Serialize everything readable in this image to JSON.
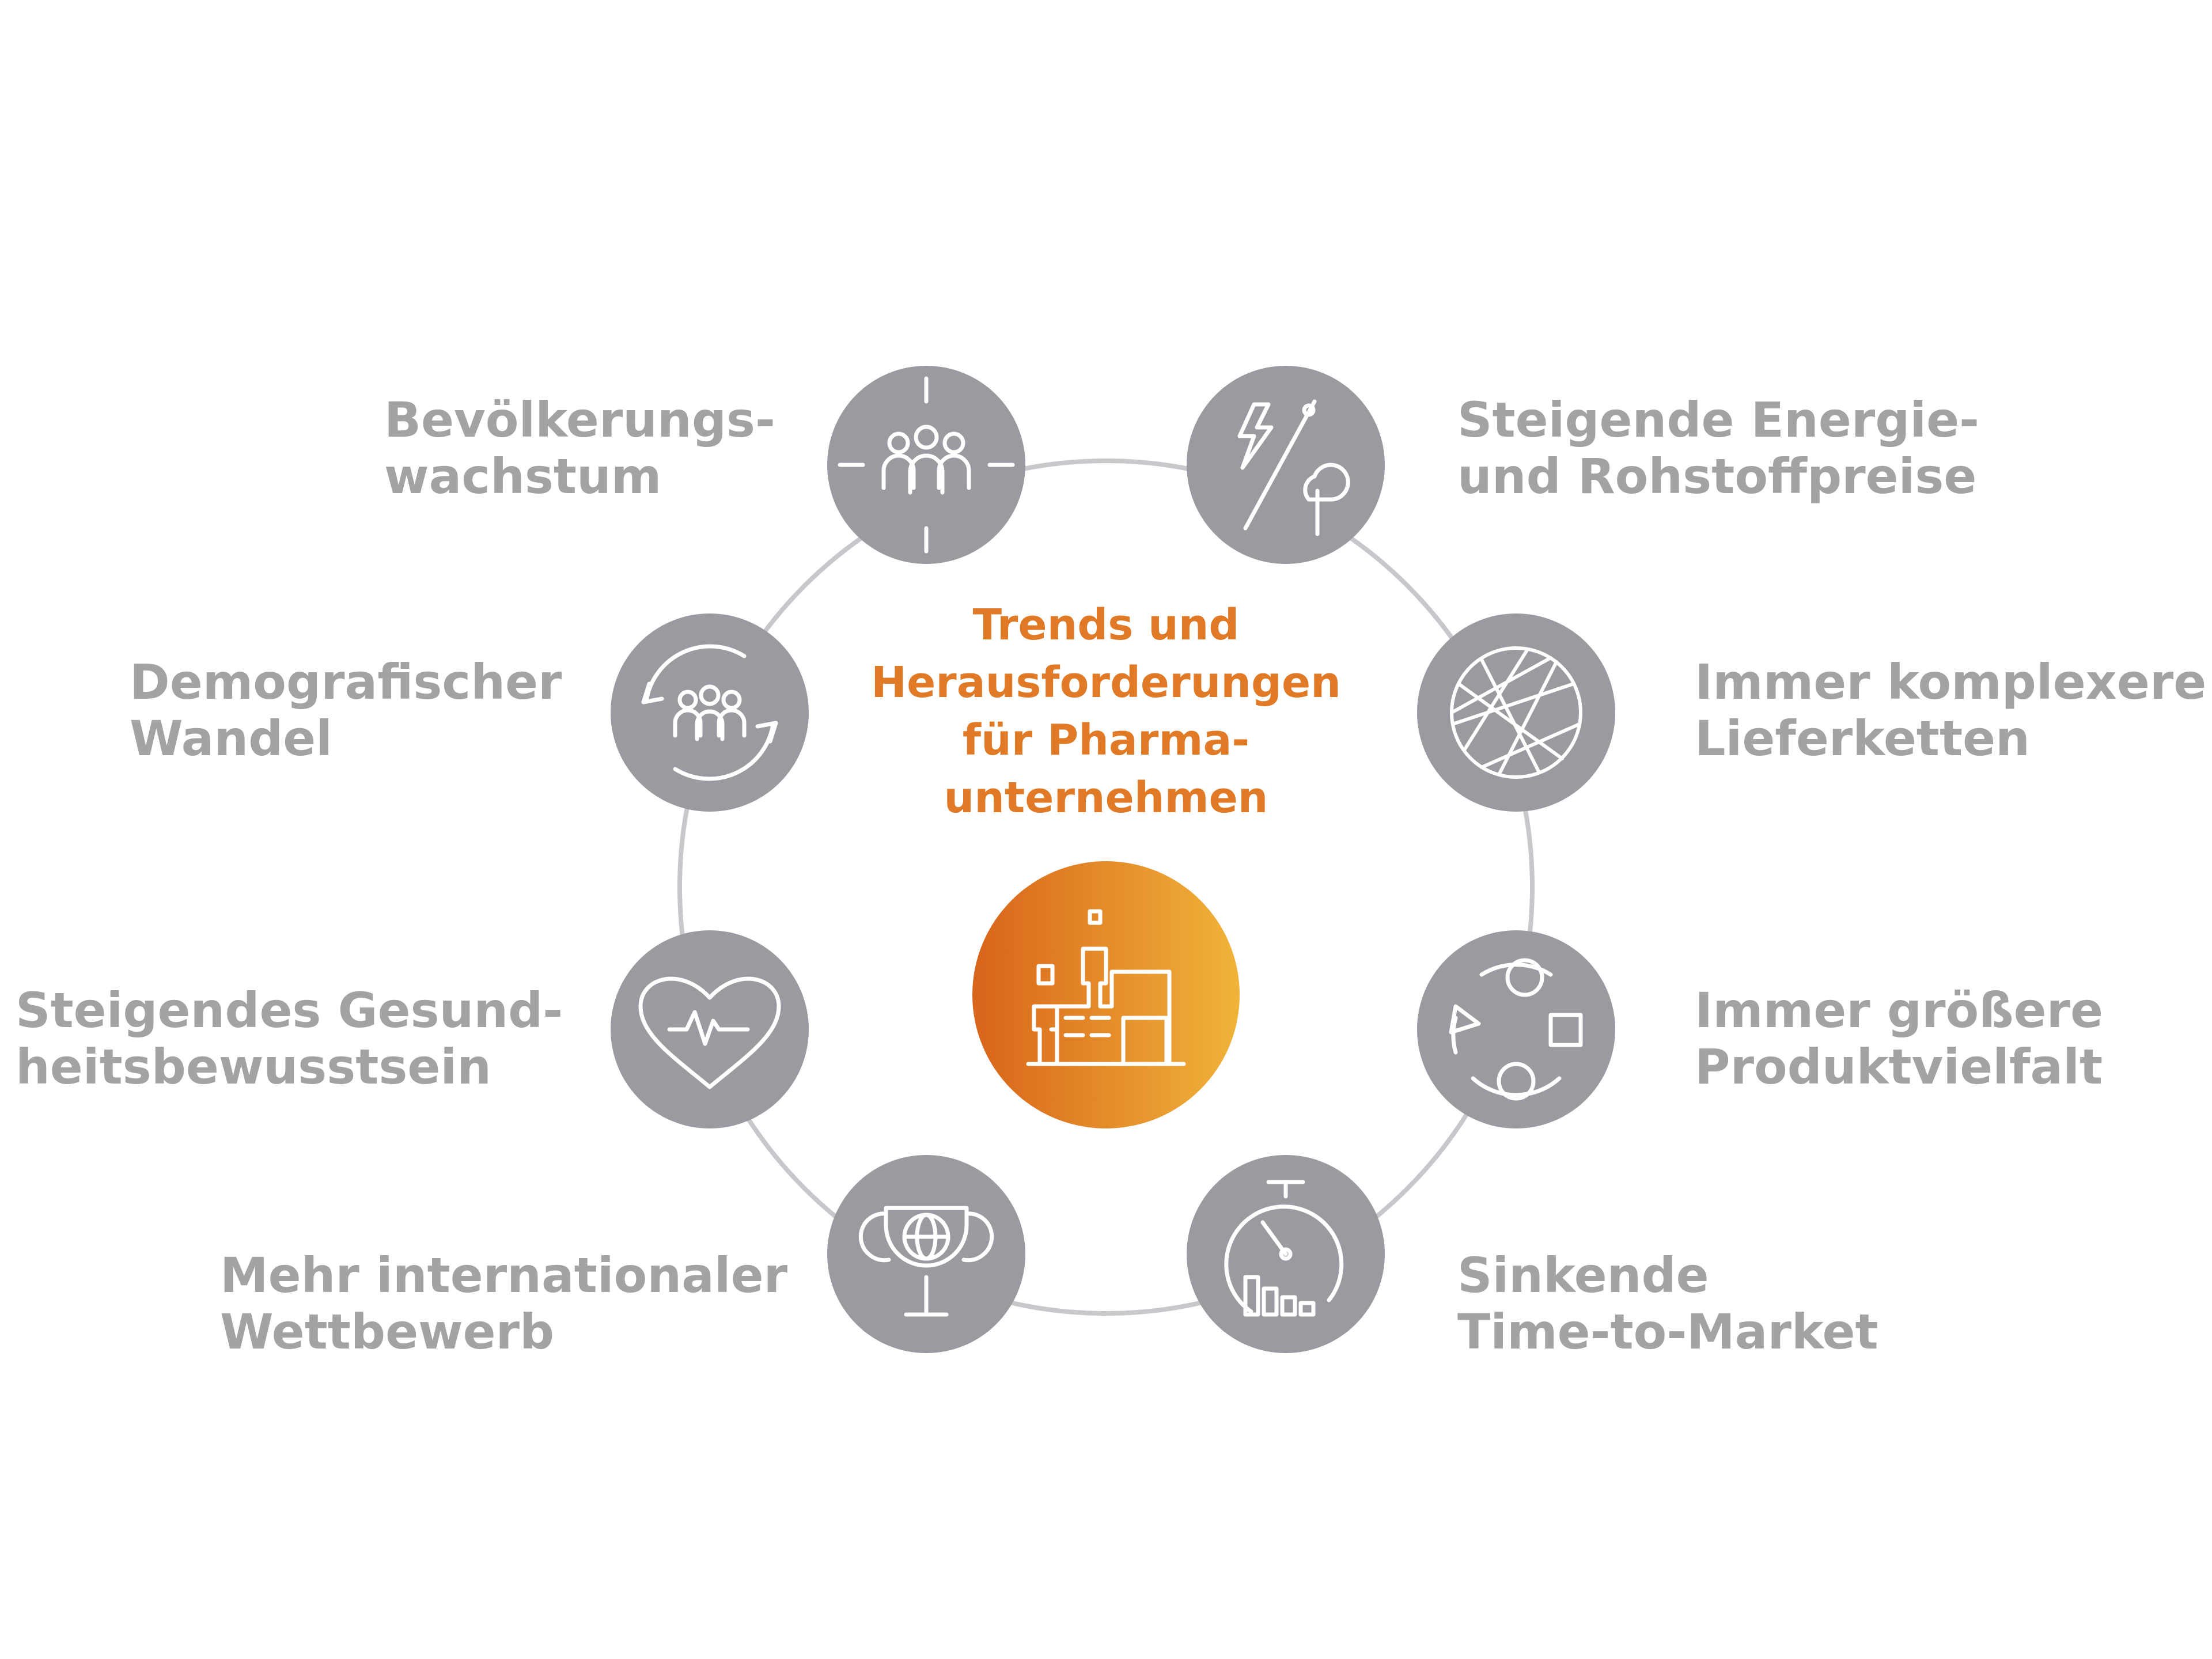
{
  "center": {
    "title_lines": [
      "Trends und",
      "Herausforderungen",
      "für Pharma-",
      "unternehmen"
    ],
    "icon": "factory-icon"
  },
  "nodes": [
    {
      "id": "bevoelkerung",
      "icon": "population-growth-icon",
      "lines": [
        "Bevölkerungs-",
        "wachstum"
      ]
    },
    {
      "id": "energie",
      "icon": "energy-resource-price-icon",
      "lines": [
        "Steigende Energie-",
        "und Rohstoffpreise"
      ]
    },
    {
      "id": "demografie",
      "icon": "demographic-change-icon",
      "lines": [
        "Demografischer",
        "Wandel"
      ]
    },
    {
      "id": "lieferketten",
      "icon": "network-globe-icon",
      "lines": [
        "Immer komplexere",
        "Lieferketten"
      ]
    },
    {
      "id": "gesundheit",
      "icon": "heart-pulse-icon",
      "lines": [
        "Steigendes Gesund-",
        "heitsbewusstsein"
      ]
    },
    {
      "id": "produktvielfalt",
      "icon": "product-variety-shapes-icon",
      "lines": [
        "Immer größere",
        "Produktvielfalt"
      ]
    },
    {
      "id": "wettbewerb",
      "icon": "globe-trophy-icon",
      "lines": [
        "Mehr internationaler",
        "Wettbewerb"
      ]
    },
    {
      "id": "time-to-market",
      "icon": "stopwatch-chart-icon",
      "lines": [
        "Sinkende",
        "Time-to-Market"
      ]
    }
  ],
  "colors": {
    "node_fill": "#9a9ba1",
    "ring": "#c8c8cc",
    "label": "#a3a3a3",
    "accent_title": "#e07a26",
    "center_gradient_start": "#d8641a",
    "center_gradient_end": "#f0b43a",
    "icon_stroke": "#ffffff"
  }
}
